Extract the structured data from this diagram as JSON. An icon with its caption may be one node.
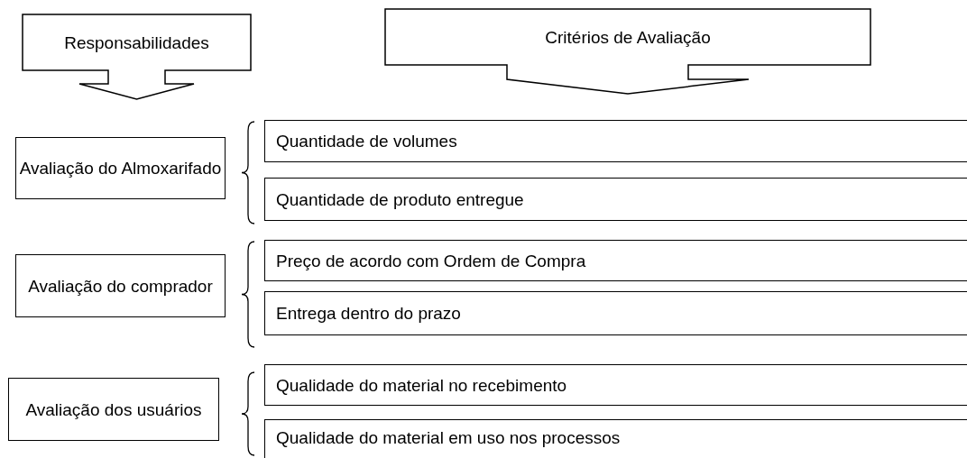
{
  "diagram": {
    "nodes": [
      {
        "text": [
          "Responsabilidades"
        ]
      },
      {
        "text": [
          "Critérios de Avaliação"
        ]
      },
      {
        "text": [
          "Avaliação do Almoxarifado"
        ]
      },
      {
        "text": [
          "Quantidade de volumes"
        ]
      },
      {
        "text": [
          "Quantidade de produto entregue"
        ]
      },
      {
        "text": [
          "Avaliação do comprador"
        ]
      },
      {
        "text": [
          "Preço de acordo com Ordem de Compra"
        ]
      },
      {
        "text": [
          "Entrega dentro do prazo"
        ]
      },
      {
        "text": [
          "Avaliação dos usuários"
        ]
      },
      {
        "text": [
          "Qualidade do material no recebimento"
        ]
      },
      {
        "text": [
          "Qualidade do material em uso nos processos"
        ]
      }
    ]
  }
}
